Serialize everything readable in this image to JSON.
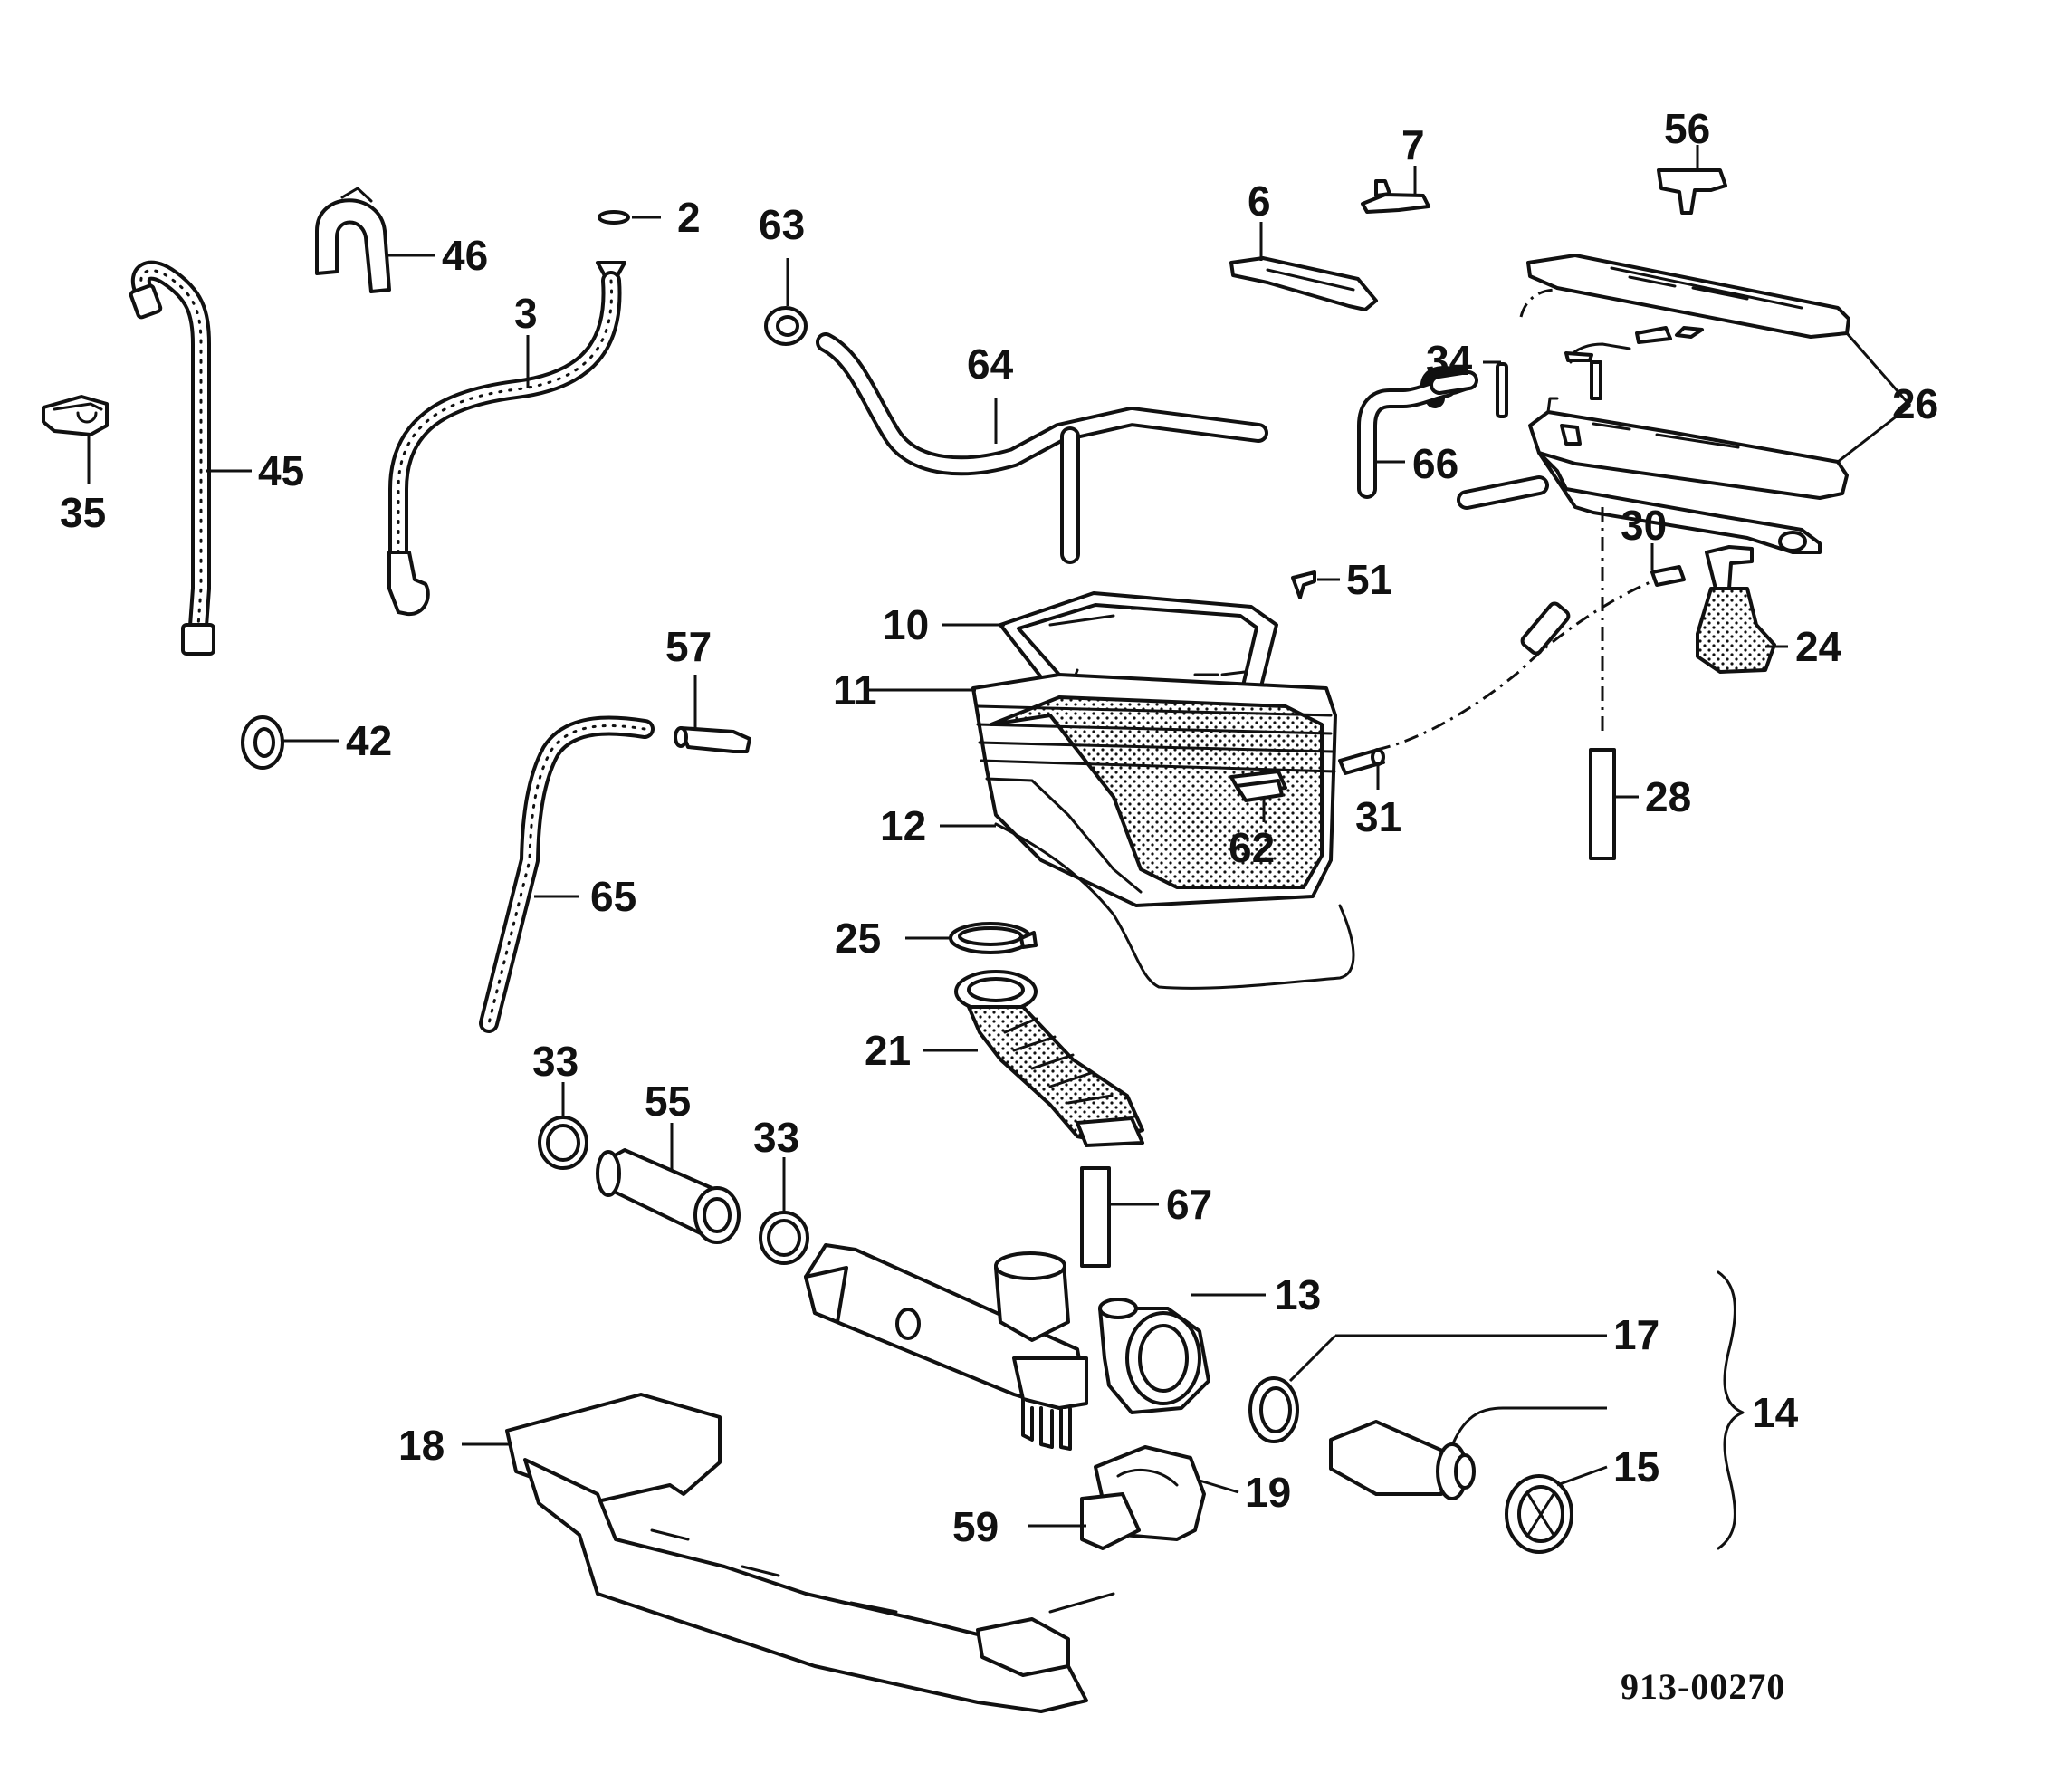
{
  "diagram": {
    "document_number": "913-00270",
    "callouts": {
      "c2": "2",
      "c3": "3",
      "c6": "6",
      "c7": "7",
      "c10": "10",
      "c11": "11",
      "c12": "12",
      "c13": "13",
      "c14": "14",
      "c15": "15",
      "c17": "17",
      "c18": "18",
      "c19": "19",
      "c21": "21",
      "c24": "24",
      "c25": "25",
      "c26": "26",
      "c28": "28",
      "c30": "30",
      "c31": "31",
      "c33a": "33",
      "c33b": "33",
      "c34": "34",
      "c35": "35",
      "c42": "42",
      "c45": "45",
      "c46": "46",
      "c51": "51",
      "c55": "55",
      "c56": "56",
      "c57": "57",
      "c59": "59",
      "c62": "62",
      "c63": "63",
      "c64": "64",
      "c65": "65",
      "c66": "66",
      "c67": "67"
    }
  }
}
